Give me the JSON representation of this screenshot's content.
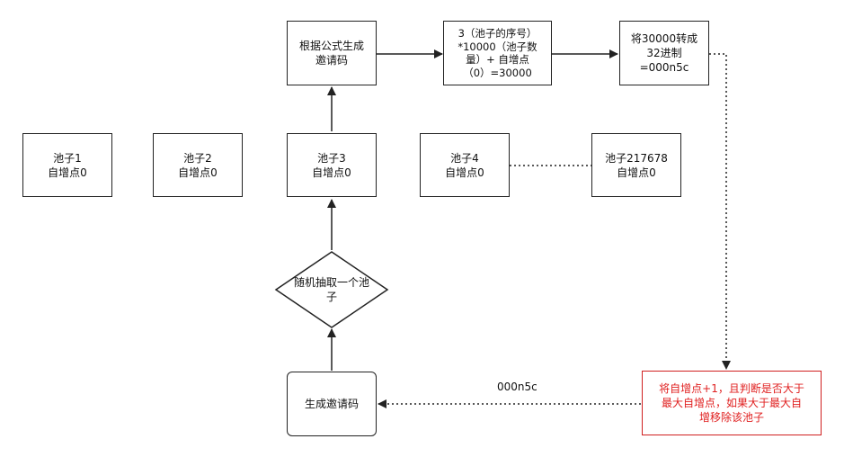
{
  "nodes": {
    "pool1": "池子1\n自增点0",
    "pool2": "池子2\n自增点0",
    "pool3": "池子3\n自增点0",
    "pool4": "池子4\n自增点0",
    "pool217678": "池子217678\n自增点0",
    "formula": "根据公式生成\n邀请码",
    "calc": "3（池子的序号）\n*10000（池子数\n量）+ 自增点\n（0）=30000",
    "convert": "将30000转成\n32进制\n=000n5c",
    "decision": "随机抽取一个池\n子",
    "generate": "生成邀请码",
    "increment": "将自增点+1，且判断是否大于\n最大自增点，如果大于最大自\n增移除该池子"
  },
  "edge_labels": {
    "result": "000n5c"
  },
  "colors": {
    "stroke": "#222222",
    "highlight_text": "#e02020"
  }
}
